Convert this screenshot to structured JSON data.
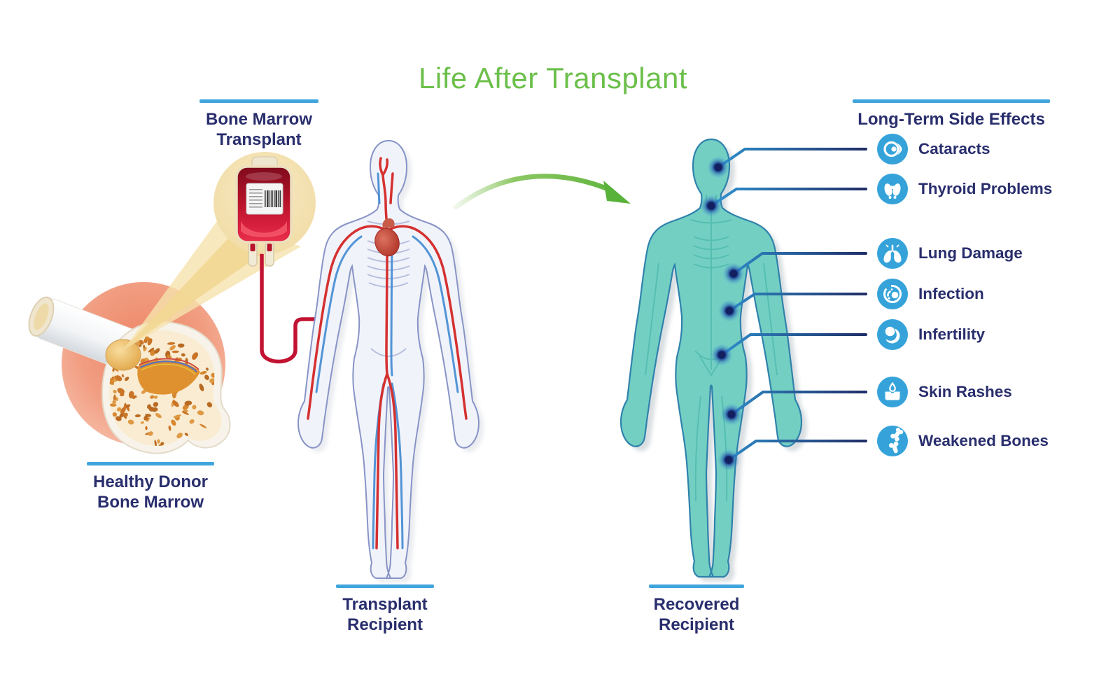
{
  "title": "Life After Transplant",
  "labels": {
    "bone_marrow_transplant": {
      "line1": "Bone Marrow",
      "line2": "Transplant"
    },
    "healthy_donor_bone_marrow": {
      "line1": "Healthy Donor",
      "line2": "Bone Marrow"
    },
    "transplant_recipient": {
      "line1": "Transplant",
      "line2": "Recipient"
    },
    "recovered_recipient": {
      "line1": "Recovered",
      "line2": "Recipient"
    }
  },
  "side_effects": {
    "header": "Long-Term Side Effects",
    "items": [
      {
        "label": "Cataracts",
        "icon": "eye-icon",
        "marker": "head"
      },
      {
        "label": "Thyroid Problems",
        "icon": "thyroid-icon",
        "marker": "neck"
      },
      {
        "label": "Lung Damage",
        "icon": "lungs-icon",
        "marker": "chest"
      },
      {
        "label": "Infection",
        "icon": "germ-culture-icon",
        "marker": "abdomen"
      },
      {
        "label": "Infertility",
        "icon": "fetus-icon",
        "marker": "pelvis"
      },
      {
        "label": "Skin Rashes",
        "icon": "skin-drop-icon",
        "marker": "thigh"
      },
      {
        "label": "Weakened Bones",
        "icon": "bone-joint-icon",
        "marker": "knee"
      }
    ]
  },
  "colors": {
    "title_green": "#6bbf4a",
    "heading_navy": "#292e6d",
    "underline_blue": "#3fa5dc",
    "icon_circle_blue": "#35a3da",
    "recovered_body_teal": "#74cfc3",
    "blood_red": "#c21333",
    "connector_dark": "#202a64"
  }
}
